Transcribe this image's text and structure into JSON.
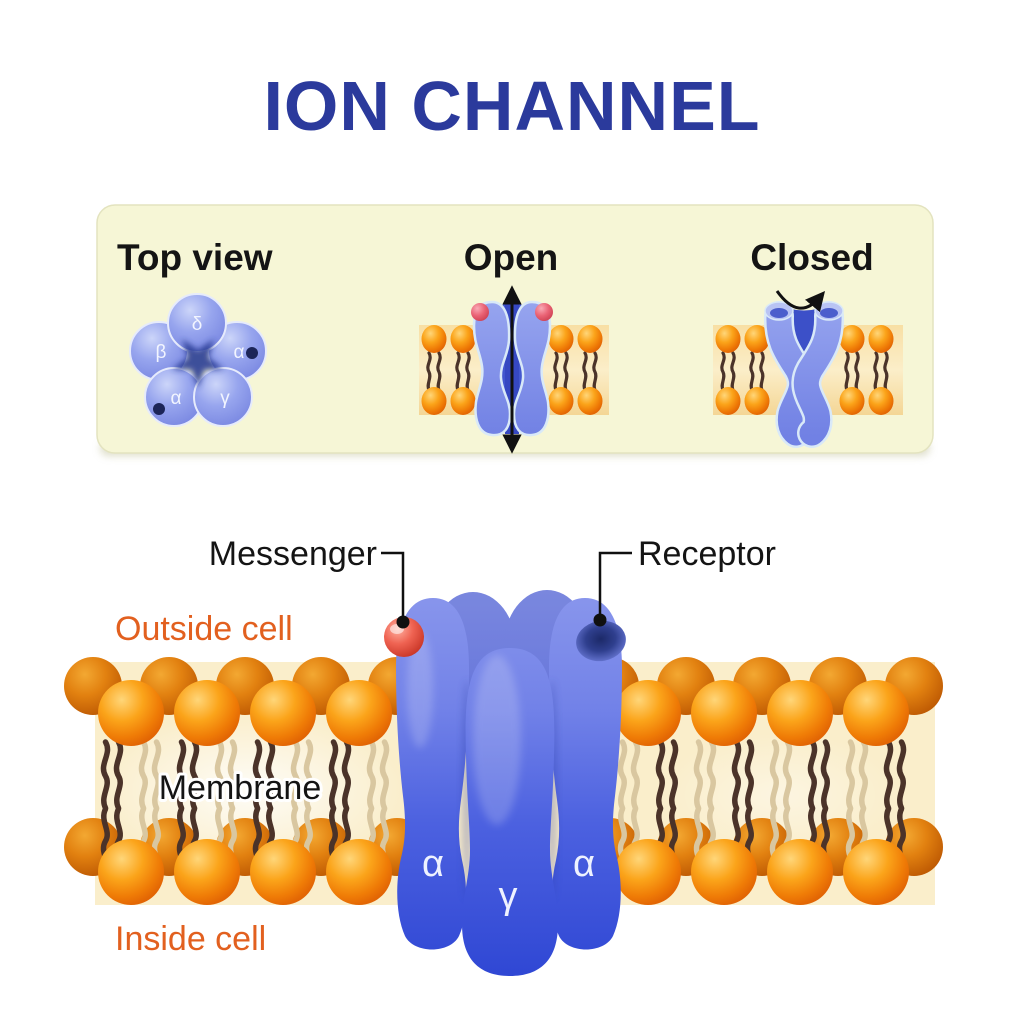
{
  "title": "ION CHANNEL",
  "panel": {
    "top_view": {
      "heading": "Top view",
      "subunit_labels": {
        "delta": "δ",
        "beta": "β",
        "alpha_right": "α",
        "alpha_bottom_left": "α",
        "gamma": "γ"
      }
    },
    "open": {
      "heading": "Open"
    },
    "closed": {
      "heading": "Closed"
    }
  },
  "membrane_diagram": {
    "messenger_label": "Messenger",
    "receptor_label": "Receptor",
    "outside_cell_label": "Outside cell",
    "membrane_label": "Membrane",
    "inside_cell_label": "Inside cell",
    "subunit_labels": {
      "left_alpha": "α",
      "gamma": "γ",
      "right_alpha": "α"
    }
  },
  "colors": {
    "title_blue": "#2b3a9c",
    "panel_background": "#f6f6d6",
    "orange_label": "#e2601f",
    "membrane_interior_cream": "#faeecb",
    "lipid_head_orange": "#f9940f",
    "channel_periwinkle": "#8492ea",
    "channel_royal_blue": "#3350d8",
    "messenger_red": "#e85045",
    "tail_dark_brown": "#4b3329",
    "tail_light_tan": "#d9c7a0"
  }
}
